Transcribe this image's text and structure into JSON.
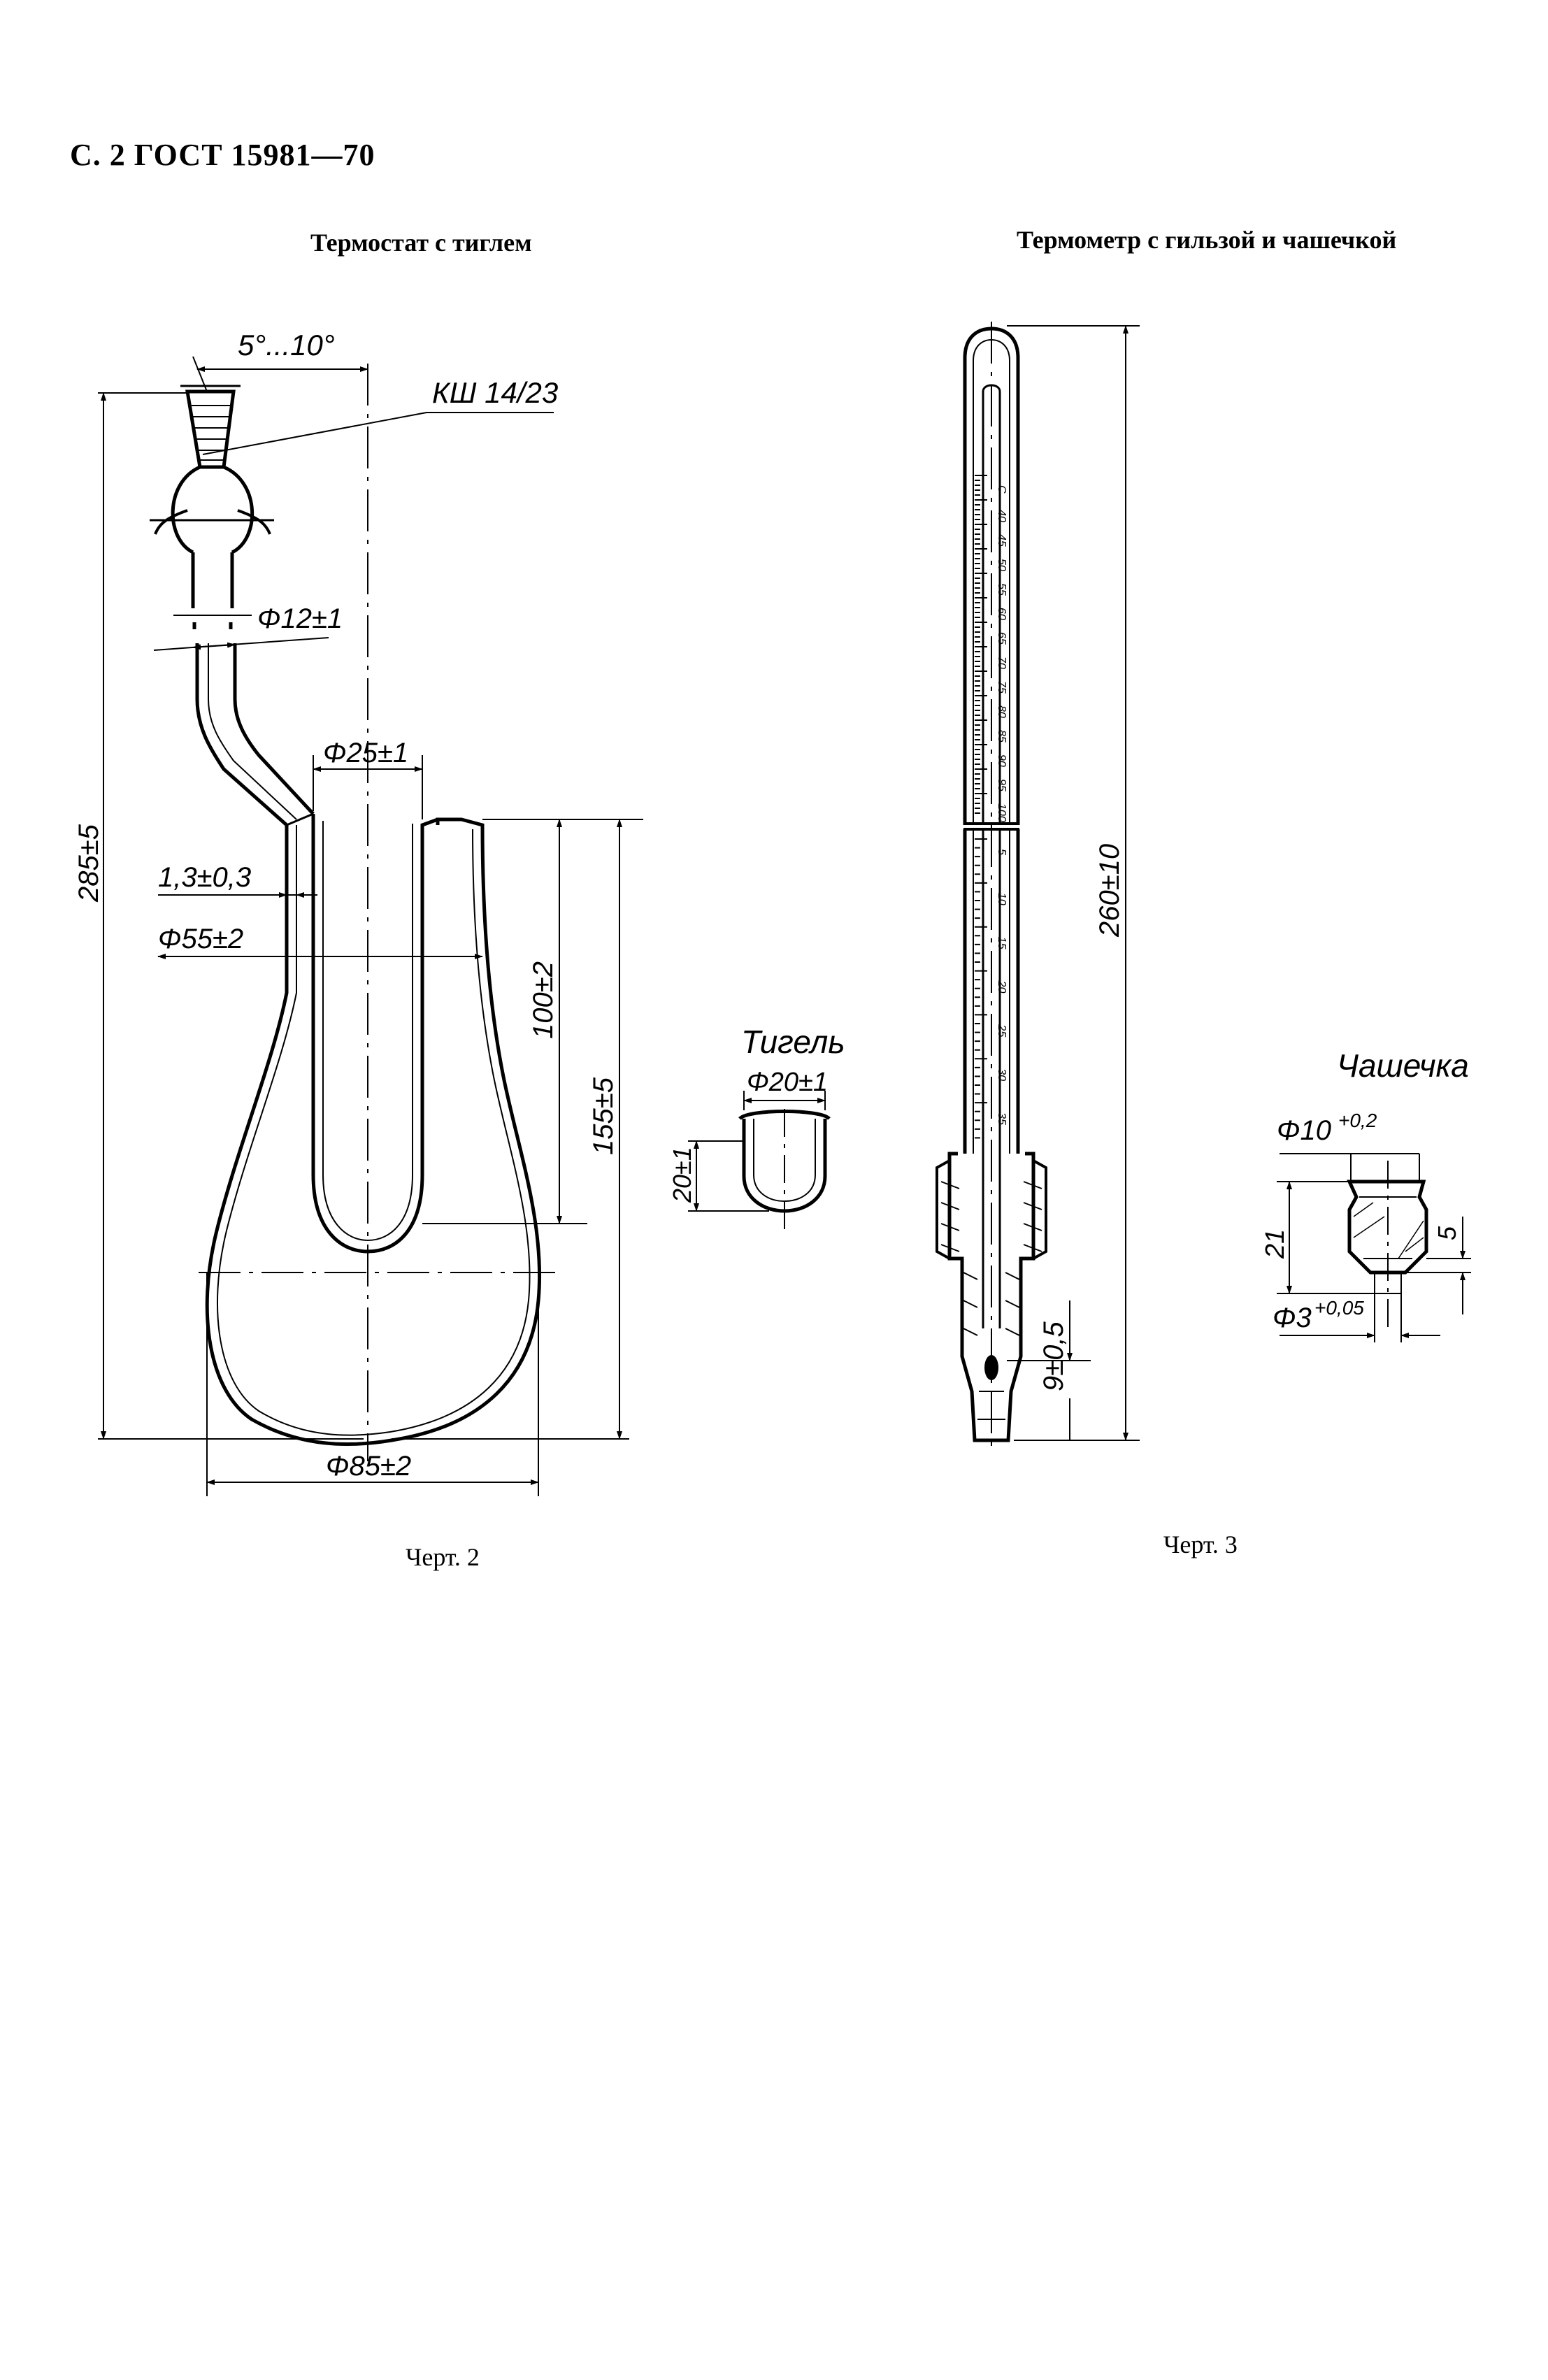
{
  "header": {
    "text": "С. 2 ГОСТ 15981—70"
  },
  "figure2": {
    "caption": "Термостат с тиглем",
    "label": "Черт. 2",
    "dims": {
      "angle": "5°...10°",
      "joint": "КШ 14/23",
      "tube_d": "Φ12±1",
      "inner_d": "Φ25±1",
      "height_total": "285±5",
      "wall": "1,3±0,3",
      "neck_d": "Φ55±2",
      "inner_depth": "100±2",
      "body_height": "155±5",
      "bulb_d": "Φ85±2"
    }
  },
  "crucible": {
    "title": "Тигель",
    "diameter": "Φ20±1",
    "height": "20±1"
  },
  "figure3": {
    "caption": "Термометр с гильзой и чашечкой",
    "label": "Черт. 3",
    "dims": {
      "length": "260±10",
      "tip": "9±0,5"
    },
    "scale_marks": [
      "C",
      "40",
      "45",
      "50",
      "55",
      "60",
      "65",
      "70",
      "75",
      "80",
      "85",
      "90",
      "95",
      "100",
      "5",
      "10",
      "15",
      "20",
      "25",
      "30",
      "35"
    ]
  },
  "cup": {
    "title": "Чашечка",
    "diameter": "Φ10",
    "diameter_tol": "+0,2",
    "height": "21",
    "depth": "5",
    "hole": "Φ3",
    "hole_tol": "+0,05"
  }
}
